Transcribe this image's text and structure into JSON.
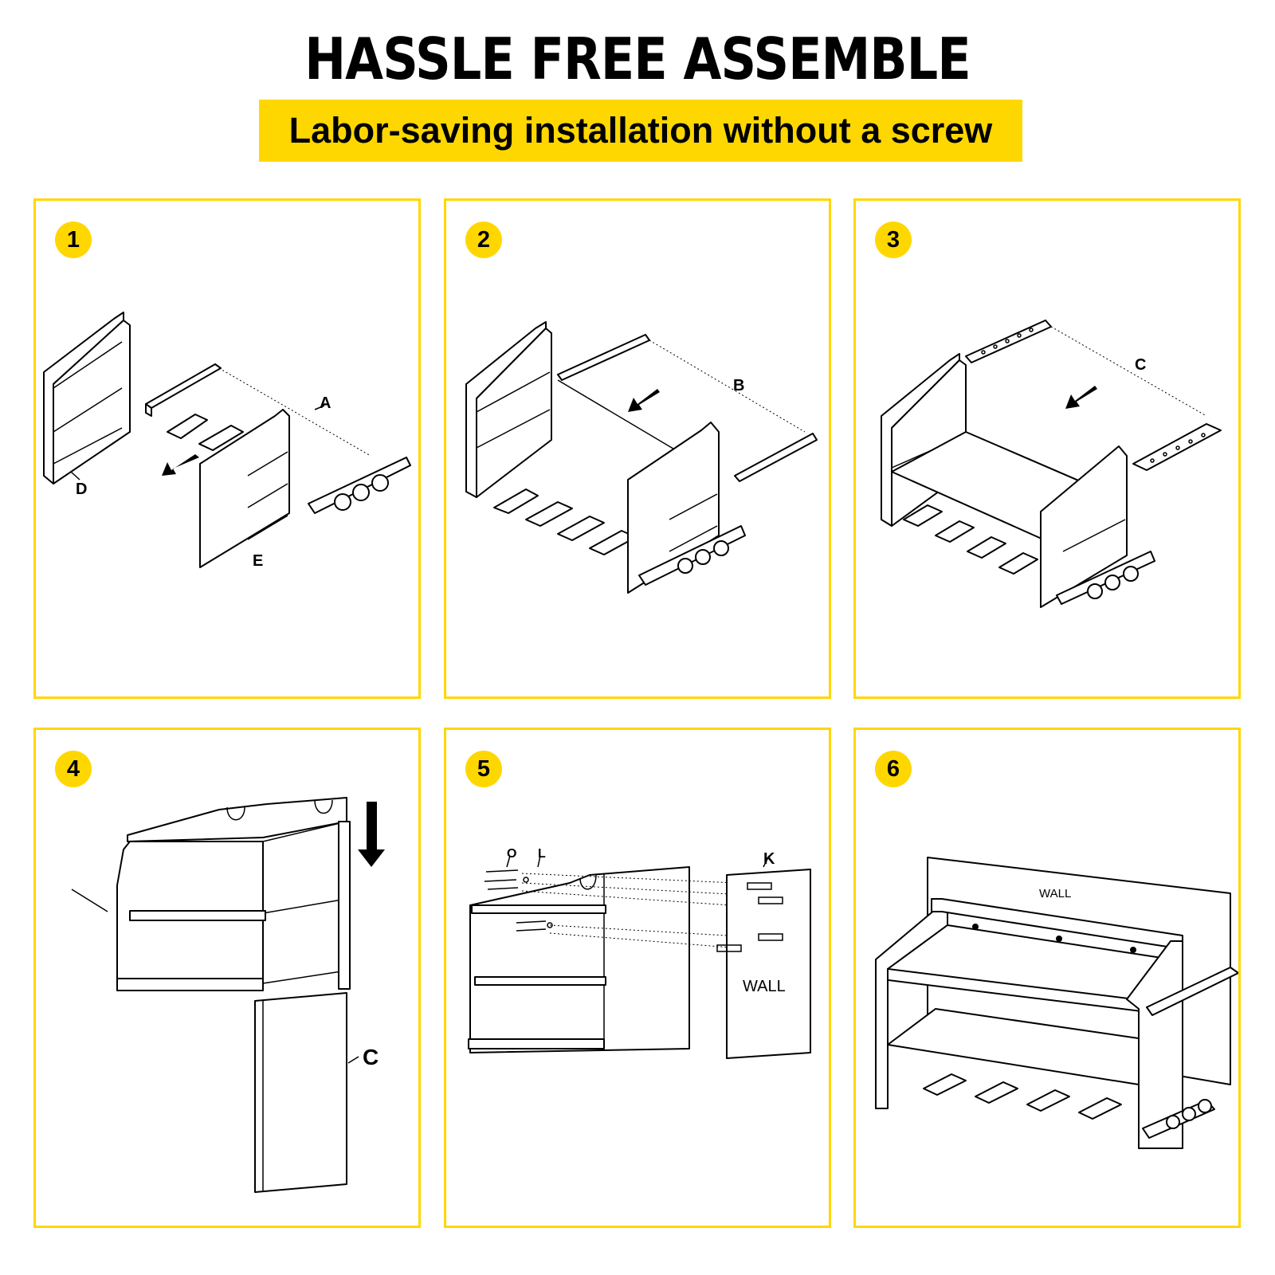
{
  "header": {
    "title": "HASSLE FREE ASSEMBLE",
    "subtitle": "Labor-saving installation without a screw"
  },
  "colors": {
    "accent": "#FFD700",
    "ink": "#000000"
  },
  "steps": [
    {
      "number": "1",
      "labels": [
        "A",
        "D",
        "E"
      ]
    },
    {
      "number": "2",
      "labels": [
        "B"
      ]
    },
    {
      "number": "3",
      "labels": [
        "C"
      ]
    },
    {
      "number": "4",
      "labels": [
        "C"
      ]
    },
    {
      "number": "5",
      "labels": [
        "O",
        "L",
        "K"
      ],
      "wall_label": "WALL"
    },
    {
      "number": "6",
      "wall_label": "WALL"
    }
  ]
}
